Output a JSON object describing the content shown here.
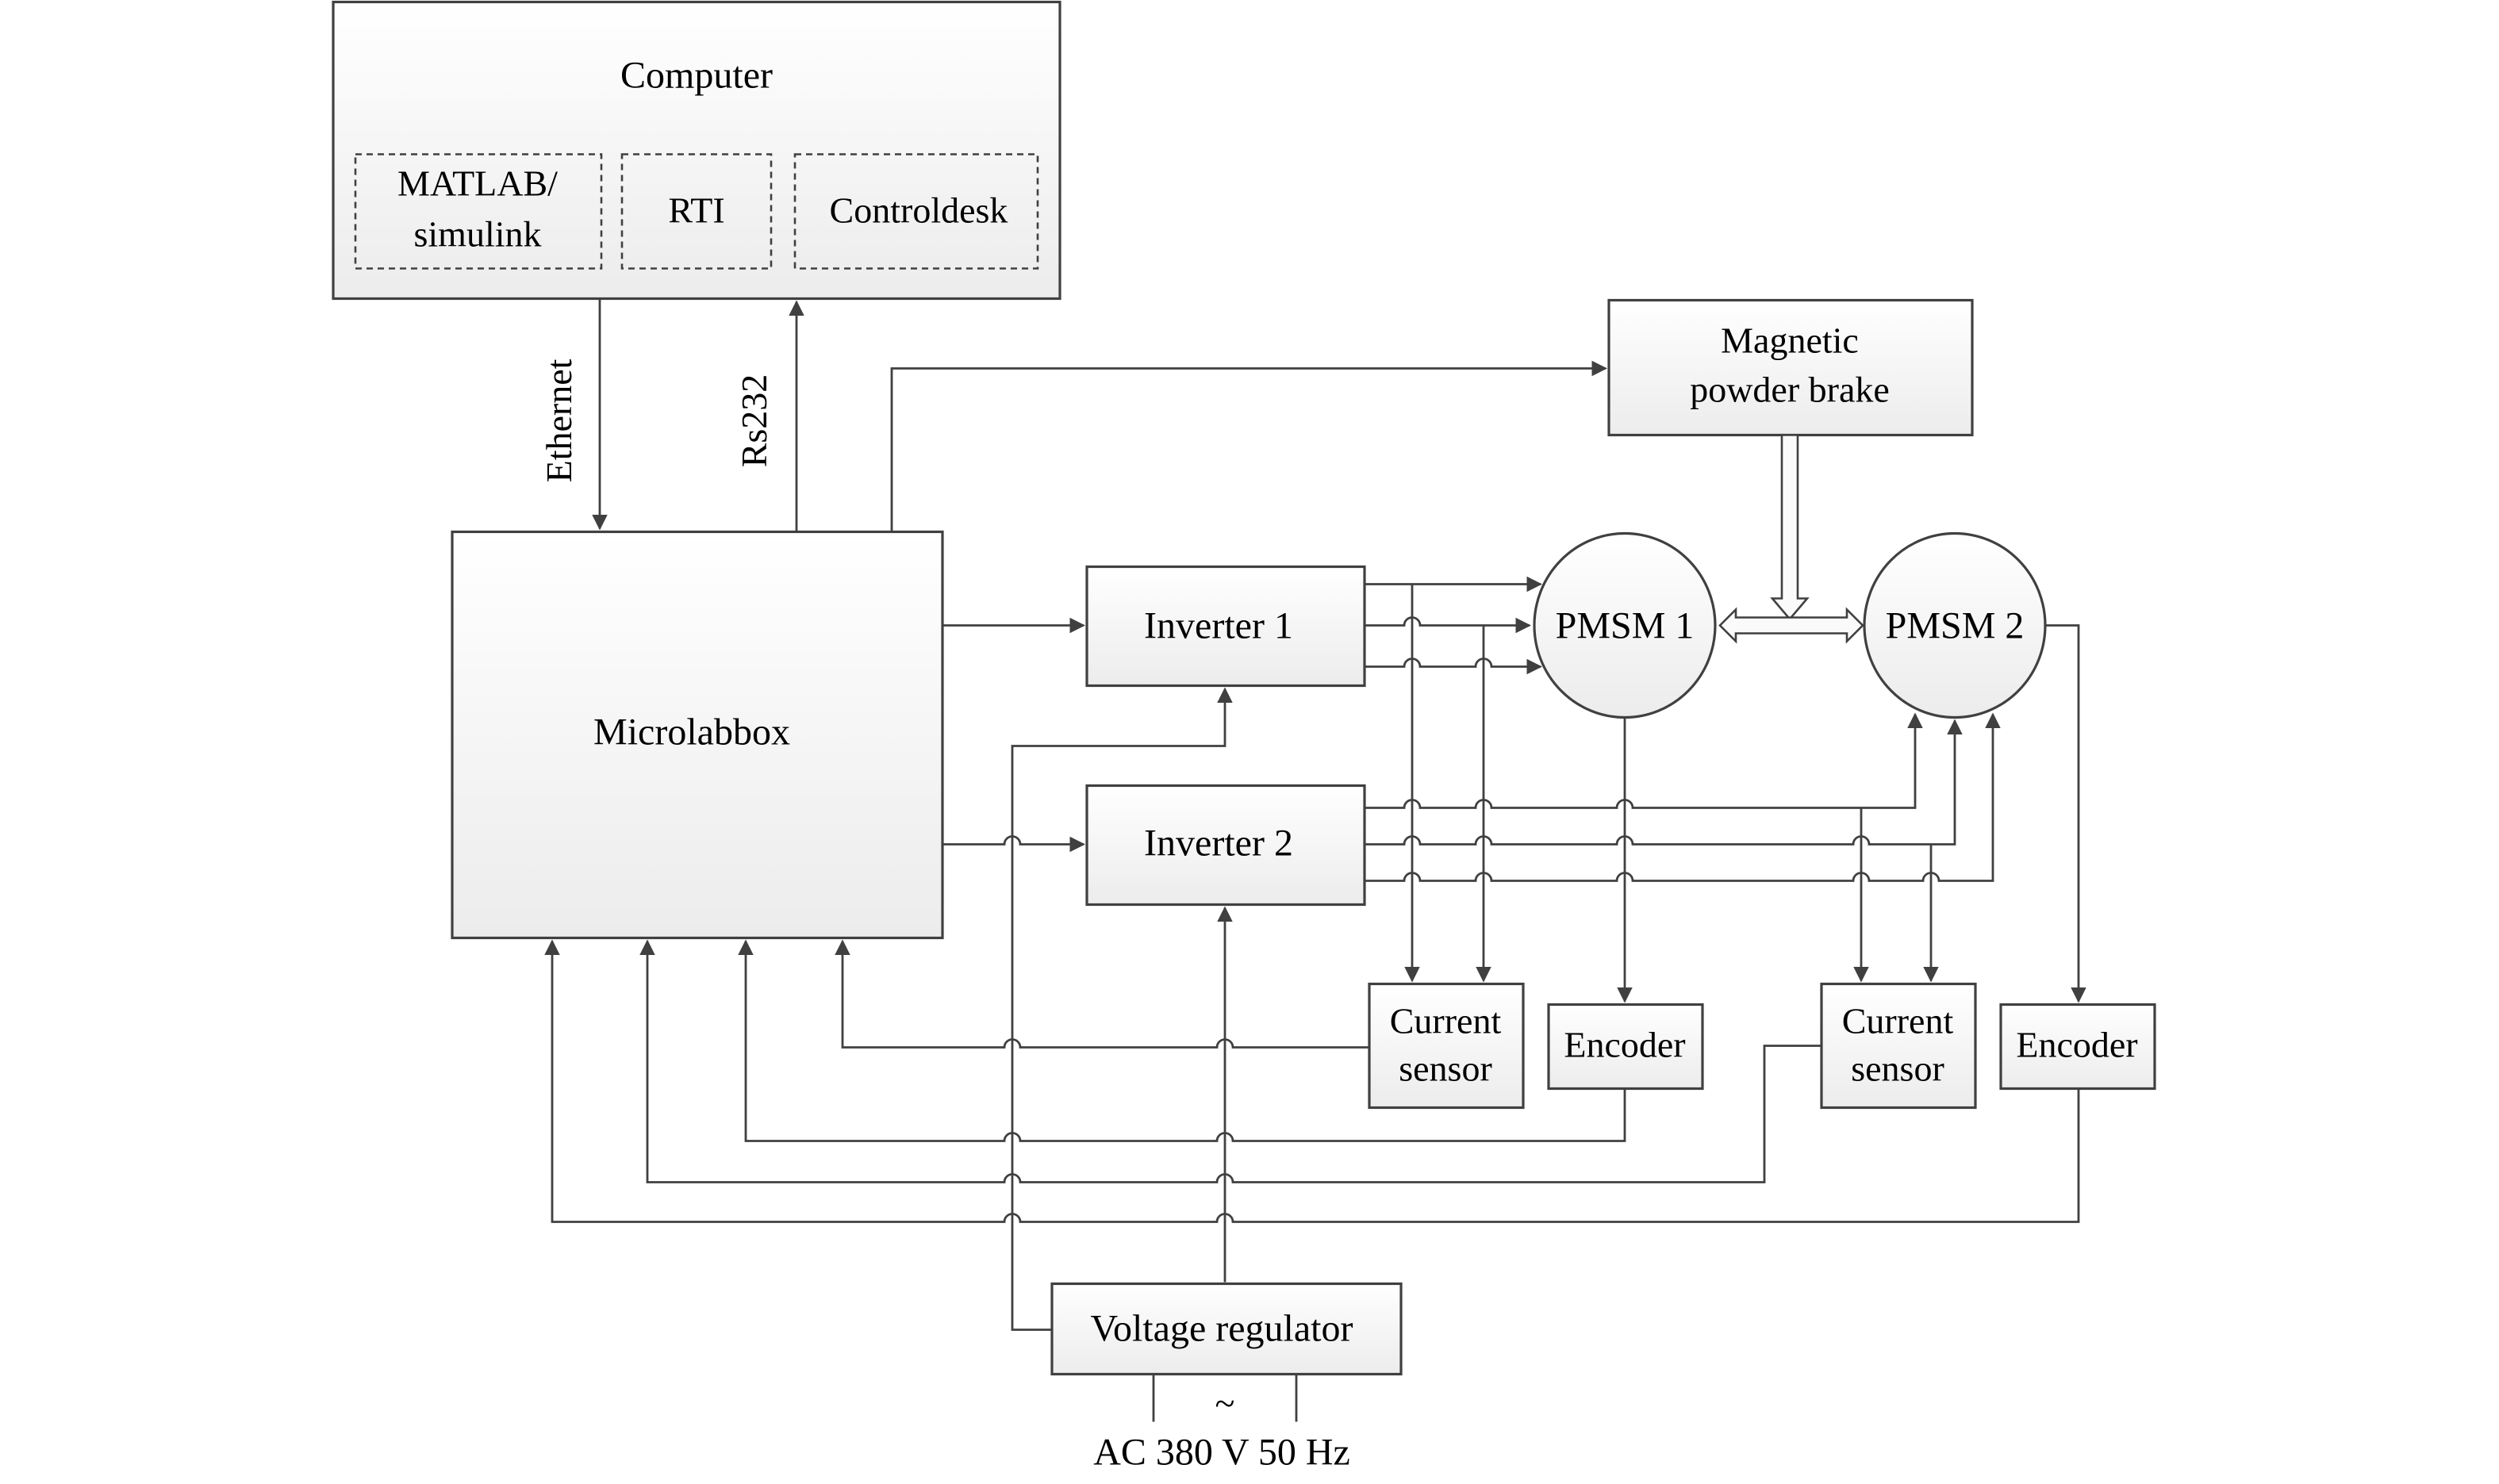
{
  "diagram": {
    "computer": {
      "title": "Computer",
      "modules": [
        {
          "line1": "MATLAB/",
          "line2": "simulink"
        },
        {
          "line1": "RTI"
        },
        {
          "line1": "Controldesk"
        }
      ]
    },
    "links": {
      "ethernet": "Ethernet",
      "rs232": "Rs232"
    },
    "microlabbox": "Microlabbox",
    "magnetic_brake": {
      "line1": "Magnetic",
      "line2": "powder brake"
    },
    "inverter1": "Inverter 1",
    "inverter2": "Inverter 2",
    "pmsm1": "PMSM 1",
    "pmsm2": "PMSM 2",
    "current_sensor": {
      "line1": "Current",
      "line2": "sensor"
    },
    "encoder": "Encoder",
    "voltage_regulator": "Voltage regulator",
    "ac_symbol": "~",
    "ac_supply": "AC 380 V 50 Hz"
  }
}
